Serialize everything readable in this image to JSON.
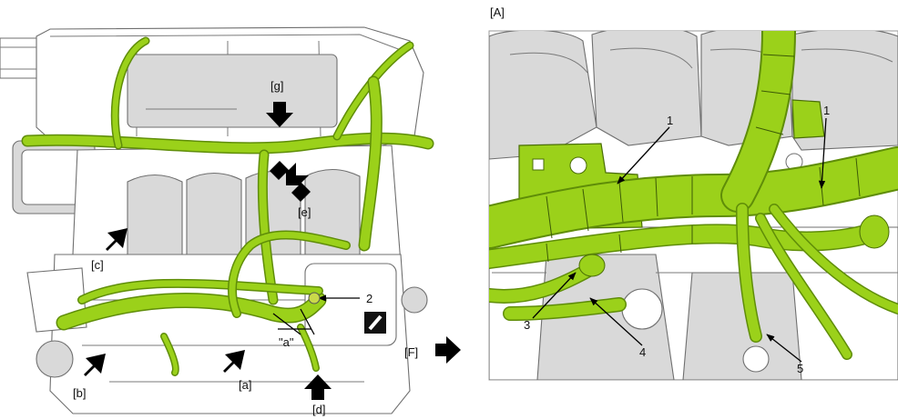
{
  "left_view": {
    "arrow_labels": {
      "g": "[g]",
      "e": "[e]",
      "c": "[c]",
      "b": "[b]",
      "a": "[a]",
      "d": "[d]"
    },
    "callout_2": "2",
    "dimension_a": "\"a\"",
    "view_f_label": "[F]"
  },
  "detail_view": {
    "title": "[A]",
    "callouts": [
      "1",
      "1",
      "3",
      "4",
      "5"
    ]
  }
}
